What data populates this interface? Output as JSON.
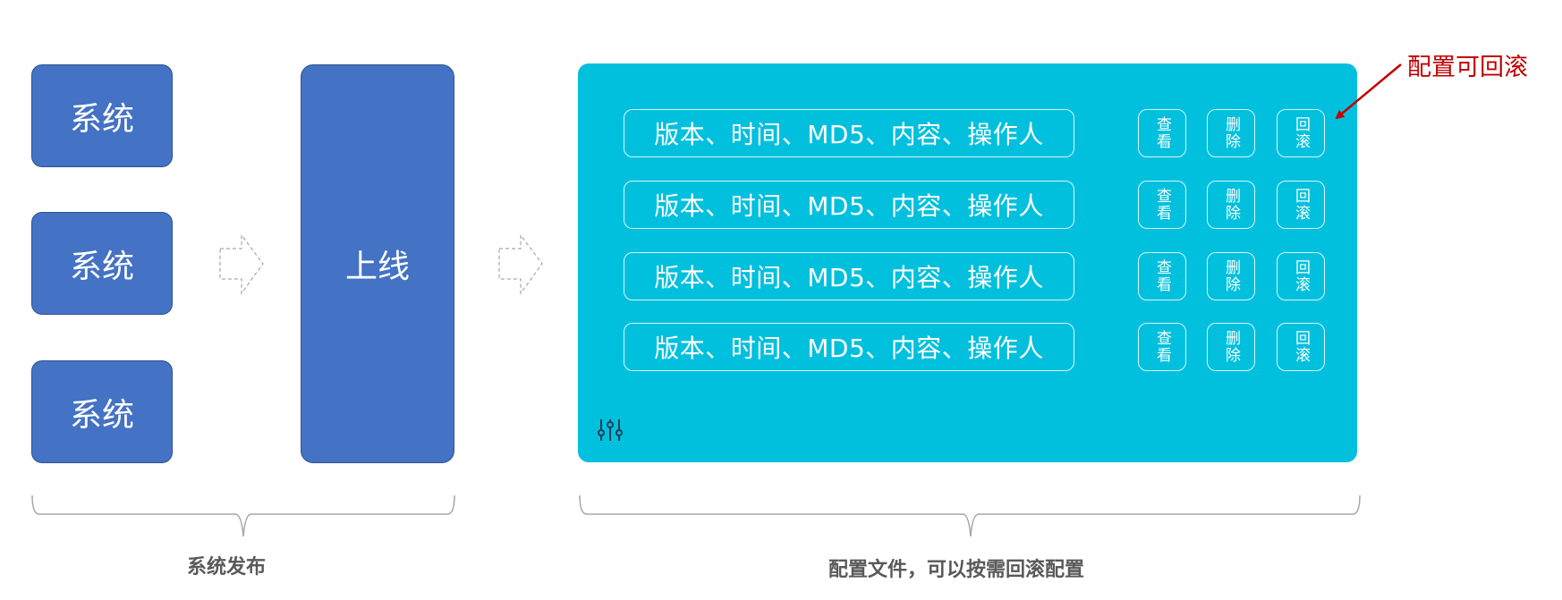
{
  "left_section": {
    "system_boxes": [
      {
        "label": "系统"
      },
      {
        "label": "系统"
      },
      {
        "label": "系统"
      }
    ],
    "online_box": {
      "label": "上线"
    },
    "caption": "系统发布"
  },
  "config_panel": {
    "rows": [
      {
        "info": "版本、时间、MD5、内容、操作人",
        "view_label": "查看",
        "delete_label": "删除",
        "rollback_label": "回滚"
      },
      {
        "info": "版本、时间、MD5、内容、操作人",
        "view_label": "查看",
        "delete_label": "删除",
        "rollback_label": "回滚"
      },
      {
        "info": "版本、时间、MD5、内容、操作人",
        "view_label": "查看",
        "delete_label": "删除",
        "rollback_label": "回滚"
      },
      {
        "info": "版本、时间、MD5、内容、操作人",
        "view_label": "查看",
        "delete_label": "删除",
        "rollback_label": "回滚"
      }
    ],
    "settings_icon": "sliders-icon",
    "caption": "配置文件，可以按需回滚配置"
  },
  "callout": {
    "text": "配置可回滚"
  },
  "colors": {
    "system_blue": "#4472C4",
    "system_border": "#2F528F",
    "panel_cyan": "#00C0DE",
    "callout_red": "#C00000",
    "caption_gray": "#595959",
    "arrow_dash_gray": "#A6A6A6"
  }
}
